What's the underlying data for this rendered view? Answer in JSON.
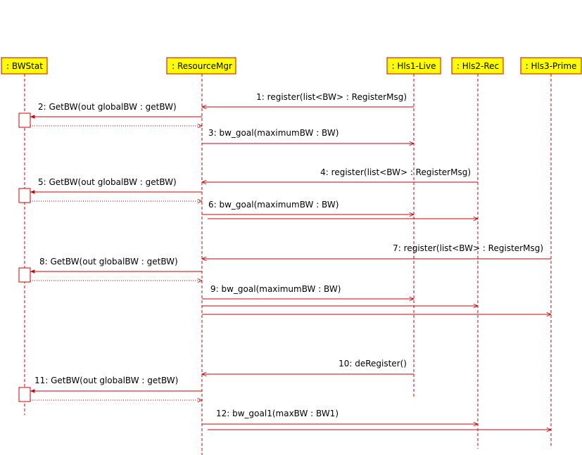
{
  "colors": {
    "line": "#cc0000",
    "header_fill": "#ffff00",
    "text": "#000000",
    "activation_fill": "#ffffff"
  },
  "lifelines": [
    {
      "id": "bwstat",
      "label": ": BWStat"
    },
    {
      "id": "resourcemgr",
      "label": ": ResourceMgr"
    },
    {
      "id": "hls1",
      "label": ": Hls1-Live"
    },
    {
      "id": "hls2",
      "label": ": Hls2-Rec"
    },
    {
      "id": "hls3",
      "label": ": Hls3-Prime"
    }
  ],
  "messages": [
    {
      "label": "1: register(list<BW> : RegisterMsg)"
    },
    {
      "label": "2: GetBW(out globalBW : getBW)"
    },
    {
      "label": "3: bw_goal(maximumBW : BW)"
    },
    {
      "label": "4: register(list<BW> : RegisterMsg)"
    },
    {
      "label": "5: GetBW(out globalBW : getBW)"
    },
    {
      "label": "6: bw_goal(maximumBW : BW)"
    },
    {
      "label": "7: register(list<BW> : RegisterMsg)"
    },
    {
      "label": "8: GetBW(out globalBW : getBW)"
    },
    {
      "label": "9: bw_goal(maximumBW : BW)"
    },
    {
      "label": "10: deRegister()"
    },
    {
      "label": "11: GetBW(out globalBW : getBW)"
    },
    {
      "label": "12: bw_goal1(maxBW : BW1)"
    }
  ]
}
